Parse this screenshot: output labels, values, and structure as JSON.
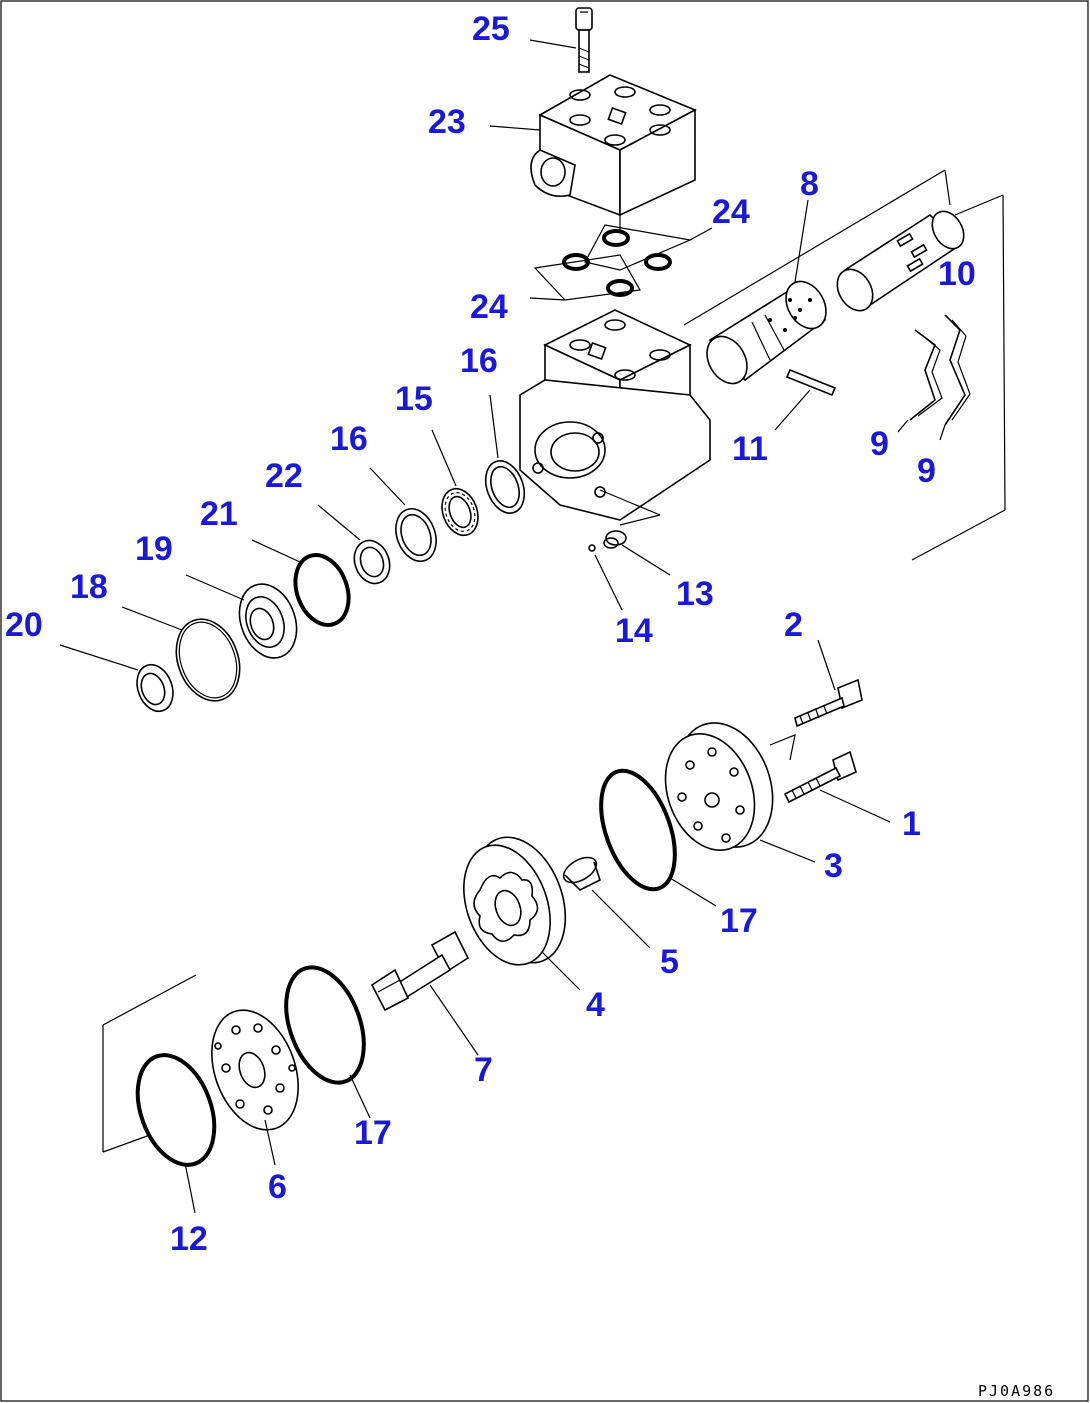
{
  "diagram": {
    "reference_code": "PJ0A986",
    "callouts": [
      {
        "id": "c25",
        "label": "25"
      },
      {
        "id": "c23",
        "label": "23"
      },
      {
        "id": "c24a",
        "label": "24"
      },
      {
        "id": "c24b",
        "label": "24"
      },
      {
        "id": "c8",
        "label": "8"
      },
      {
        "id": "c10",
        "label": "10"
      },
      {
        "id": "c16a",
        "label": "16"
      },
      {
        "id": "c15",
        "label": "15"
      },
      {
        "id": "c16b",
        "label": "16"
      },
      {
        "id": "c22",
        "label": "22"
      },
      {
        "id": "c21",
        "label": "21"
      },
      {
        "id": "c19",
        "label": "19"
      },
      {
        "id": "c18",
        "label": "18"
      },
      {
        "id": "c20",
        "label": "20"
      },
      {
        "id": "c11",
        "label": "11"
      },
      {
        "id": "c9a",
        "label": "9"
      },
      {
        "id": "c9b",
        "label": "9"
      },
      {
        "id": "c13",
        "label": "13"
      },
      {
        "id": "c14",
        "label": "14"
      },
      {
        "id": "c2",
        "label": "2"
      },
      {
        "id": "c1",
        "label": "1"
      },
      {
        "id": "c3",
        "label": "3"
      },
      {
        "id": "c17a",
        "label": "17"
      },
      {
        "id": "c5",
        "label": "5"
      },
      {
        "id": "c4",
        "label": "4"
      },
      {
        "id": "c7",
        "label": "7"
      },
      {
        "id": "c17b",
        "label": "17"
      },
      {
        "id": "c6",
        "label": "6"
      },
      {
        "id": "c12",
        "label": "12"
      }
    ]
  }
}
